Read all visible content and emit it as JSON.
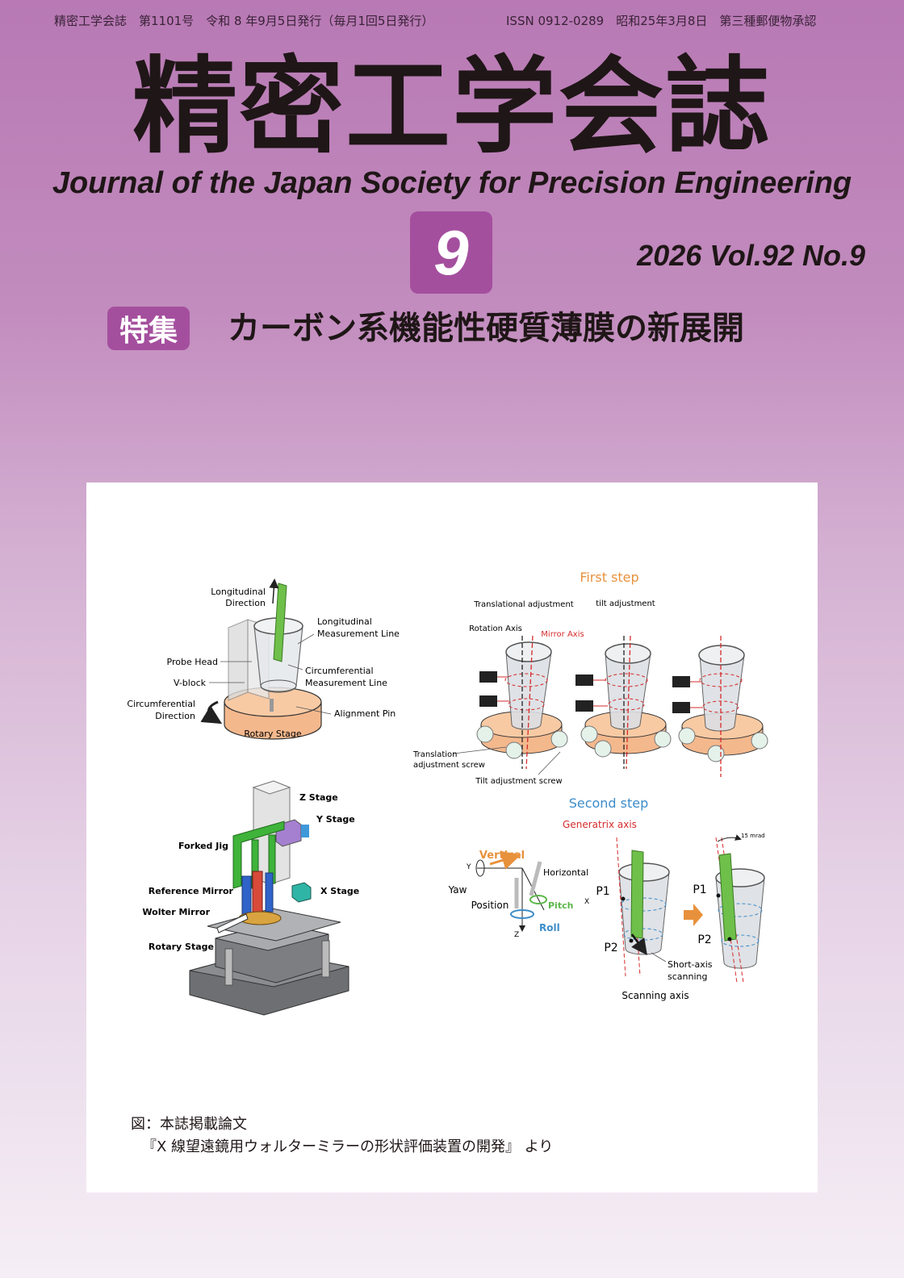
{
  "header": {
    "left": "精密工学会誌　第1101号　令和 8 年9月5日発行（毎月1回5日発行）",
    "right": "ISSN 0912-0289　昭和25年3月8日　第三種郵便物承認"
  },
  "title_jp": "精密工学会誌",
  "title_en": "Journal of the Japan Society for Precision Engineering",
  "issue_number": "9",
  "volume": "2026 Vol.92 No.9",
  "feature_tag": "特集",
  "feature_title": "カーボン系機能性硬質薄膜の新展開",
  "colors": {
    "accent": "#a44f9e",
    "first_step": "#e8913c",
    "second_step": "#3d8cc9",
    "generatrix": "#d62b2b"
  },
  "figure": {
    "probe": {
      "longitudinal_direction": [
        "Longitudinal",
        "Direction"
      ],
      "longitudinal_line": [
        "Longitudinal",
        "Measurement Line"
      ],
      "probe_head": "Probe Head",
      "v_block": "V-block",
      "circumferential_line": [
        "Circumferential",
        "Measurement Line"
      ],
      "circumferential_direction": [
        "Circumferential",
        "Direction"
      ],
      "alignment_pin": "Alignment Pin",
      "rotary_stage": "Rotary Stage"
    },
    "first_step": {
      "title": "First step",
      "translational": "Translational adjustment",
      "tilt": "tilt adjustment",
      "rotation_axis": "Rotation Axis",
      "mirror_axis": "Mirror Axis",
      "translation_screw": [
        "Translation",
        "adjustment screw"
      ],
      "tilt_screw": "Tilt adjustment screw"
    },
    "apparatus": {
      "z_stage": "Z Stage",
      "y_stage": "Y Stage",
      "forked_jig": "Forked Jig",
      "reference_mirror": "Reference Mirror",
      "x_stage": "X Stage",
      "wolter_mirror": "Wolter Mirror",
      "rotary_stage": "Rotary Stage"
    },
    "second_step": {
      "title": "Second step",
      "generatrix": "Generatrix axis",
      "vertical": "Vertical",
      "horizontal": "Horizontal",
      "yaw": "Yaw",
      "y": "Y",
      "x": "X",
      "z": "Z",
      "position": "Position",
      "pitch": "Pitch",
      "roll": "Roll",
      "p1": "P1",
      "p2": "P2",
      "mrad": "15 mrad",
      "short_axis": [
        "Short-axis",
        "scanning"
      ],
      "scanning_axis": "Scanning axis"
    }
  },
  "caption": {
    "line1": "図：本誌掲載論文",
    "line2": "『X 線望遠鏡用ウォルターミラーの形状評価装置の開発』 より"
  }
}
